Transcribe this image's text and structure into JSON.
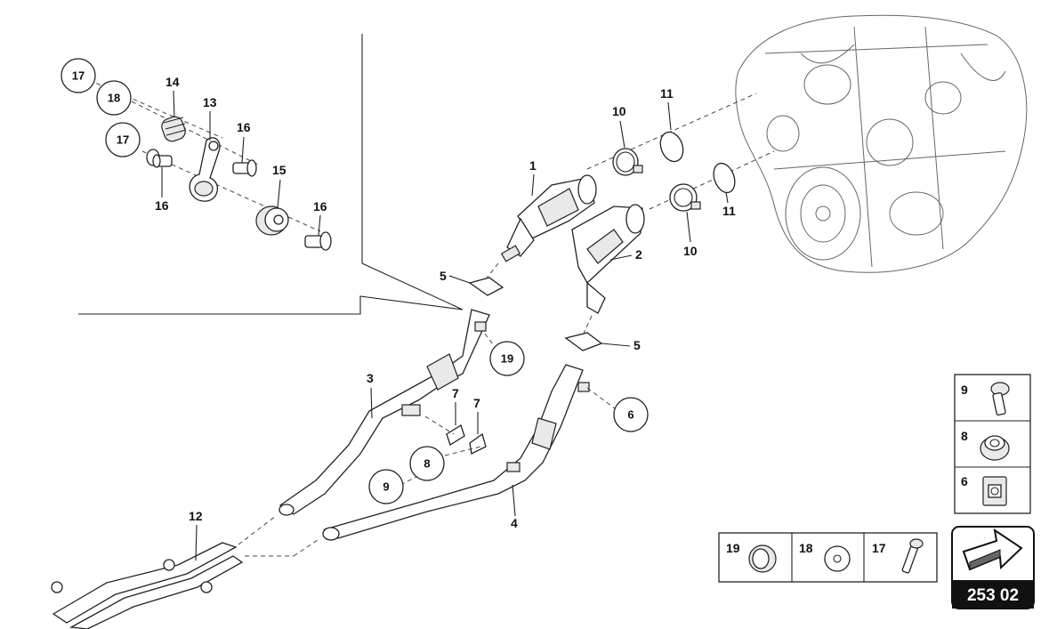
{
  "callouts": {
    "c1": "1",
    "c2": "2",
    "c3": "3",
    "c4": "4",
    "c5a": "5",
    "c5b": "5",
    "c6": "6",
    "c7a": "7",
    "c7b": "7",
    "c8": "8",
    "c9": "9",
    "c10a": "10",
    "c10b": "10",
    "c11a": "11",
    "c11b": "11",
    "c12": "12",
    "c13": "13",
    "c14": "14",
    "c15": "15",
    "c16a": "16",
    "c16b": "16",
    "c16c": "16",
    "c17a": "17",
    "c17b": "17",
    "c18": "18",
    "c19": "19"
  },
  "legend": {
    "right_items": [
      "9",
      "8",
      "6"
    ],
    "bottom_items": [
      "19",
      "18",
      "17"
    ]
  },
  "badge": {
    "code": "253 02",
    "icon": "arrow-right-icon"
  }
}
